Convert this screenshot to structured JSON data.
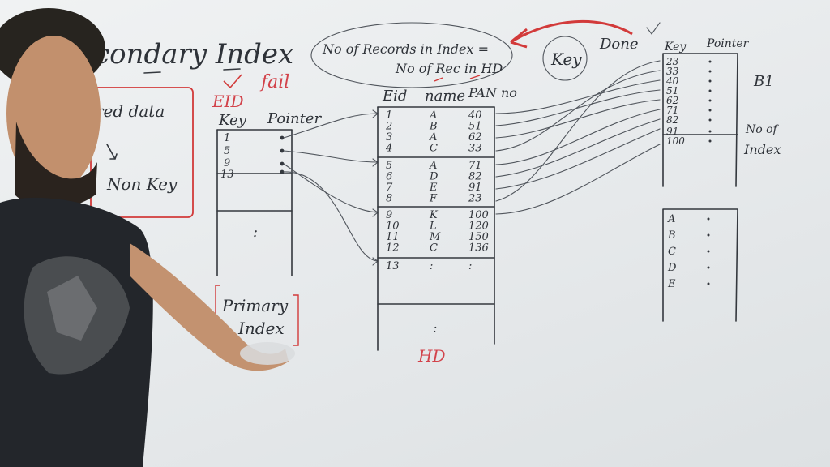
{
  "title_left": "econdary Index",
  "left_box": {
    "line1": "red data",
    "line2": "Non Key"
  },
  "annotations": {
    "fail": "fail",
    "eid": "EID",
    "done": "Done",
    "key_circle": "Key",
    "hd": "HD",
    "b1": "B1",
    "no_of_index": "No of Index"
  },
  "bubble": {
    "line1": "No of Records in Index =",
    "line2": "No of Rec in HD"
  },
  "primary_index": {
    "header_key": "Key",
    "header_pointer": "Pointer",
    "keys": [
      "1",
      "5",
      "9",
      "13"
    ],
    "ellipsis": ":",
    "label_line1": "Primary",
    "label_line2": "Index"
  },
  "hd_table": {
    "headers": [
      "Eid",
      "name",
      "PAN no"
    ],
    "blocks": [
      [
        [
          "1",
          "A",
          "40"
        ],
        [
          "2",
          "B",
          "51"
        ],
        [
          "3",
          "A",
          "62"
        ],
        [
          "4",
          "C",
          "33"
        ]
      ],
      [
        [
          "5",
          "A",
          "71"
        ],
        [
          "6",
          "D",
          "82"
        ],
        [
          "7",
          "E",
          "91"
        ],
        [
          "8",
          "F",
          "23"
        ]
      ],
      [
        [
          "9",
          "K",
          "100"
        ],
        [
          "10",
          "L",
          "120"
        ],
        [
          "11",
          "M",
          "150"
        ],
        [
          "12",
          "C",
          "136"
        ]
      ],
      [
        [
          "13",
          ":",
          ":"
        ]
      ]
    ]
  },
  "secondary_index": {
    "header_key": "Key",
    "header_pointer": "Pointer",
    "keys": [
      "23",
      "33",
      "40",
      "51",
      "62",
      "71",
      "82",
      "91",
      "100"
    ],
    "keys_lower": [
      "A",
      "B",
      "C",
      "D",
      "E"
    ]
  },
  "colors": {
    "ink": "#34383e",
    "marker_red": "#d23a3a",
    "board": "#eceff0",
    "shirt": "#23262b"
  }
}
